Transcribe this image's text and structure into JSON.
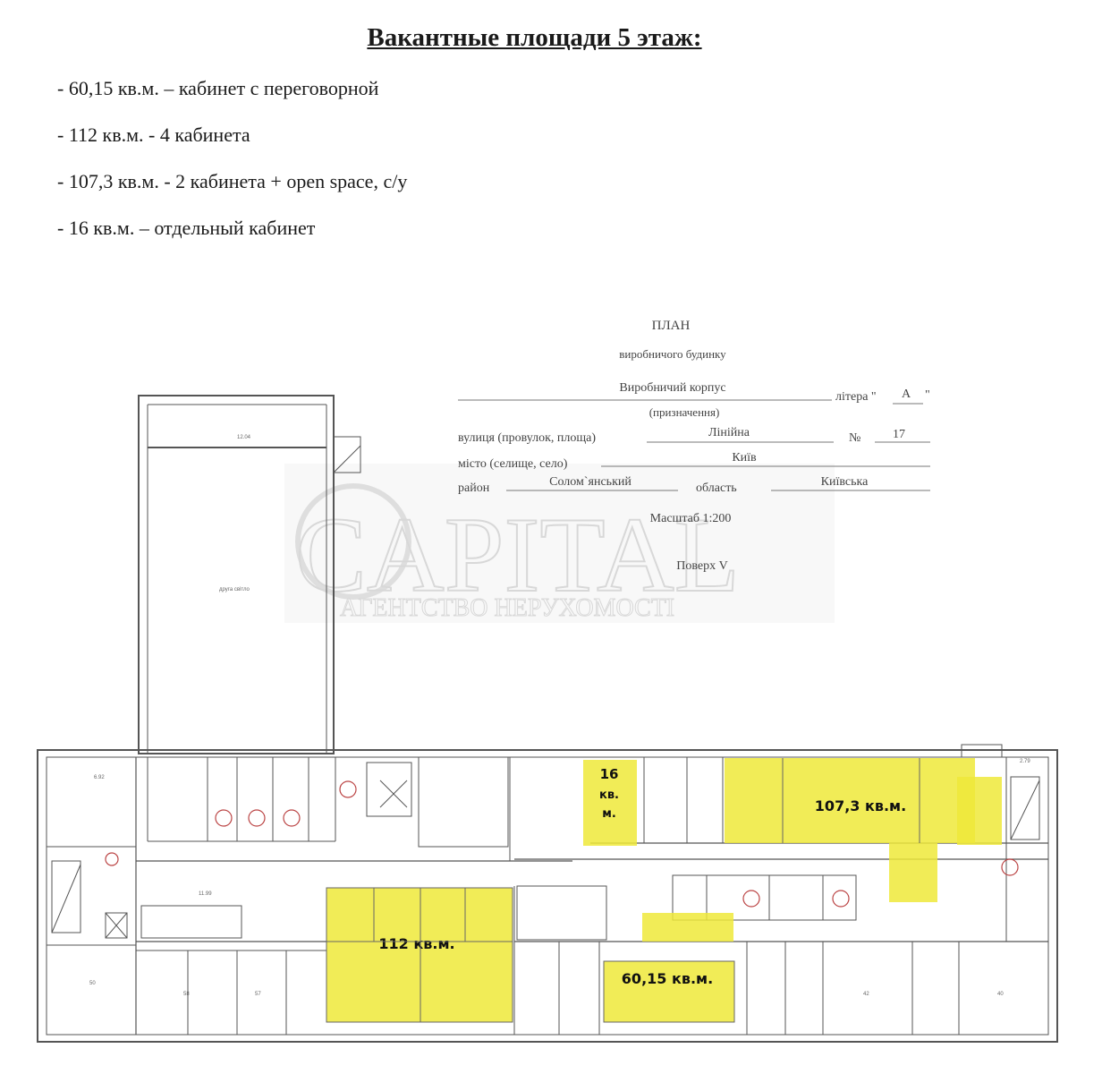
{
  "heading": "Вакантные площади 5 этаж:",
  "vacancies": [
    "- 60,15 кв.м. – кабинет с переговорной",
    "- 112 кв.м. - 4 кабинета",
    "- 107,3 кв.м. - 2 кабинета + open space, с/у",
    "- 16 кв.м. – отдельный кабинет"
  ],
  "plan_header": {
    "title": "ПЛАН",
    "subtitle": "виробничого будинку",
    "purpose_value": "Виробничий корпус",
    "litera_label": "літера \"",
    "litera_value": "А",
    "litera_close": "\"",
    "purpose_caption": "(призначення)",
    "street_label": "вулиця (провулок, площа)",
    "street_value": "Лінійна",
    "number_label": "№",
    "number_value": "17",
    "city_label": "місто (селище, село)",
    "city_value": "Київ",
    "district_label": "район",
    "district_value": "Солом`янський",
    "region_label": "область",
    "region_value": "Київська",
    "scale": "Масштаб 1:200",
    "floor": "Поверх V"
  },
  "watermark": {
    "main": "CAPITAL",
    "sub": "АГЕНТСТВО НЕРУХОМОСТІ"
  },
  "highlight_labels": {
    "area_16_l1": "16",
    "area_16_l2": "кв.",
    "area_16_l3": "м.",
    "area_107": "107,3 кв.м.",
    "area_112": "112 кв.м.",
    "area_60": "60,15 кв.м."
  },
  "highlight_color": "#efe93a",
  "plan_small_labels": {
    "top_room": "12.04",
    "big_hall": "друга світло",
    "corridor": "11.99",
    "dim_left": "6.92",
    "room_50": "50",
    "room_57": "57",
    "room_58": "58",
    "room_42": "42",
    "room_40": "40",
    "stair_label": "2.79"
  }
}
